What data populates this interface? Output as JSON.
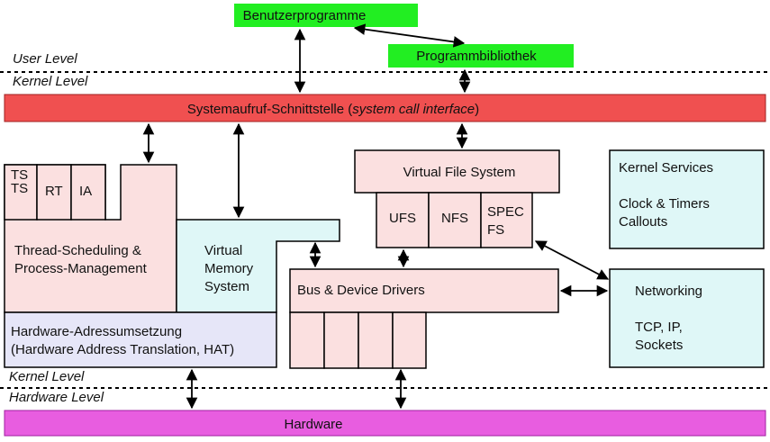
{
  "levels": {
    "user_level": "User Level",
    "kernel_level_top": "Kernel Level",
    "kernel_level_bottom": "Kernel Level",
    "hardware_level": "Hardware Level"
  },
  "boxes": {
    "benutzerprogramme": "Benutzerprogramme",
    "programmbibliothek": "Programmbibliothek",
    "syscall_prefix": "Systemaufruf-Schnittstelle (",
    "syscall_italic": "system call interface",
    "syscall_suffix": ")",
    "sched_ts_1": "TS",
    "sched_ts_2": "TS",
    "sched_rt": "RT",
    "sched_ia": "IA",
    "thread_sched_1": "Thread-Scheduling &",
    "thread_sched_2": "Process-Management",
    "vm_1": "Virtual",
    "vm_2": "Memory",
    "vm_3": "System",
    "hat_1": "Hardware-Adressumsetzung",
    "hat_2": "(Hardware Address Translation, HAT)",
    "vfs": "Virtual File System",
    "ufs": "UFS",
    "nfs": "NFS",
    "specfs_1": "SPEC",
    "specfs_2": "FS",
    "bus_drivers": "Bus & Device Drivers",
    "kernel_services_1": "Kernel Services",
    "kernel_services_2": "Clock & Timers",
    "kernel_services_3": "Callouts",
    "networking_1": "Networking",
    "networking_2": "TCP, IP,",
    "networking_3": "Sockets",
    "hardware": "Hardware"
  },
  "colors": {
    "green": "#22ee22",
    "red": "#f05050",
    "pink": "#fbe0e0",
    "cyan": "#dff7f7",
    "lavender": "#e6e6f8",
    "magenta": "#e85de0"
  }
}
